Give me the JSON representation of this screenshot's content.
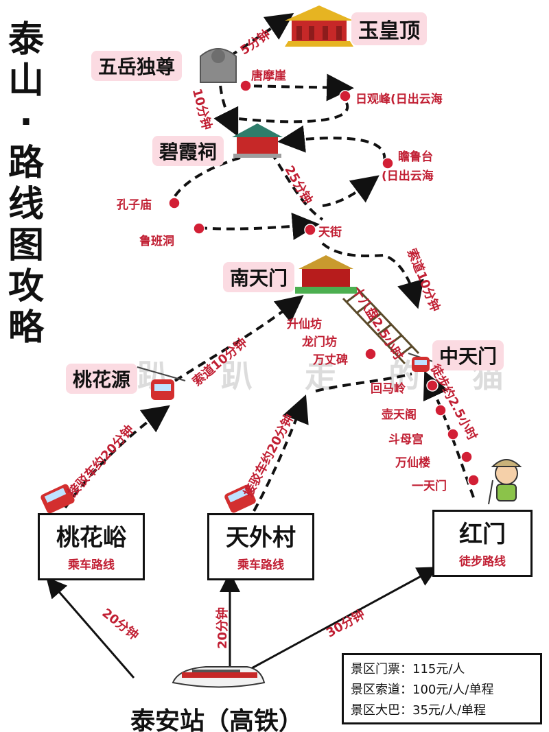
{
  "title_chars": [
    "泰",
    "山",
    "·",
    "路",
    "线",
    "图",
    "攻",
    "略"
  ],
  "watermark": "趴 趴 走 的 猫",
  "places": {
    "yuhuangding": "玉皇顶",
    "wuyuedu": "五岳独尊",
    "bixiaci": "碧霞祠",
    "nantianmen": "南天门",
    "taohuayuan": "桃花源",
    "zhongtianmen": "中天门"
  },
  "spots": {
    "tangmoya": "唐摩崖",
    "riguanfeng": "日观峰(日出云海",
    "zhanlutai": "瞻鲁台",
    "zhanlutai_sub": "(日出云海",
    "kongzimiao": "孔子庙",
    "lubandong": "鲁班洞",
    "tianjie": "天街",
    "shengxianfang": "升仙坊",
    "longmenfang": "龙门坊",
    "wanzhangbei": "万丈碑",
    "huimaling": "回马岭",
    "hutianige": "壶天阁",
    "doumugong": "斗母宫",
    "wanxianlou": "万仙楼",
    "yitianmen": "一天门"
  },
  "routes": {
    "min5": "5分钟",
    "min10_left": "10分钟",
    "min25": "25分钟",
    "suodao10_left": "索道10分钟",
    "suodao10_right": "索道10分钟",
    "shibapan": "十八盘2.5小时",
    "tubu": "徒步约2.5小时",
    "jieboche_left": "接驳车约20分钟",
    "jieboche_mid": "接驳车约20分钟",
    "bottom_left": "20分钟",
    "bottom_mid": "20分钟",
    "bottom_right": "30分钟"
  },
  "boxes": {
    "taohuayu": {
      "title": "桃花峪",
      "sub": "乘车路线"
    },
    "tianwaicun": {
      "title": "天外村",
      "sub": "乘车路线"
    },
    "hongmen": {
      "title": "红门",
      "sub": "徒步路线"
    }
  },
  "station": "泰安站（高铁）",
  "info": {
    "ticket": "景区门票：115元/人",
    "cable": "景区索道：100元/人/单程",
    "bus": "景区大巴：35元/人/单程"
  },
  "colors": {
    "accent": "#c11f33",
    "pink_bg": "#fbdbe2",
    "ink": "#111111"
  }
}
